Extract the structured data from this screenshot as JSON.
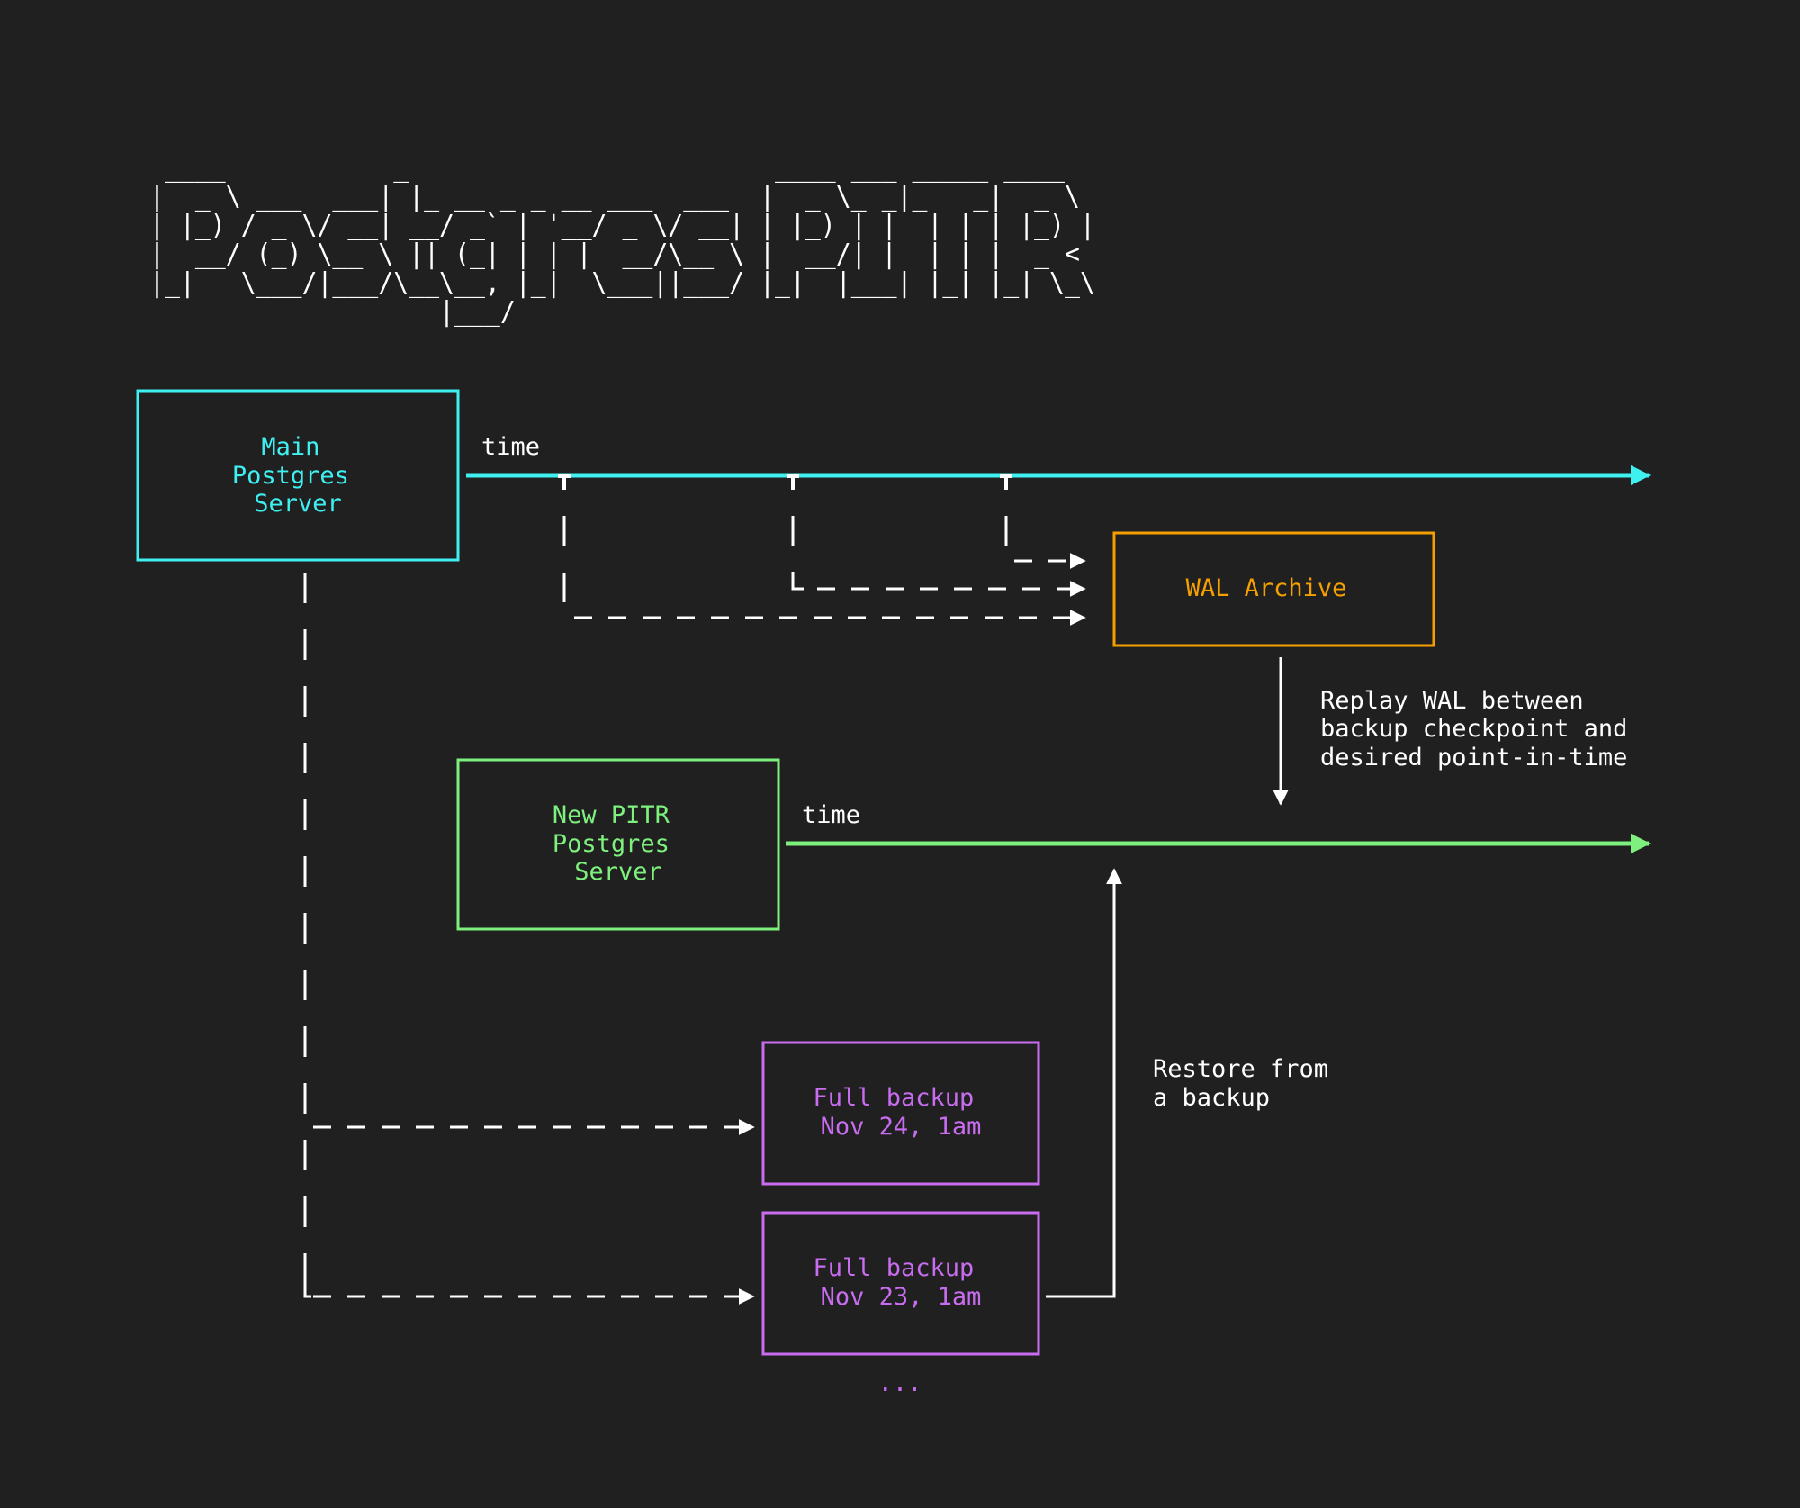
{
  "title": {
    "text": "Postgres PITR",
    "ascii_lines": [
      " ____           _                        ____ ___ _____ ____  ",
      "|  _ \\ ___  ___| |_ __ _ _ __ ___  ___  |  _ \\_ _|_   _|  _ \\ ",
      "| |_) / _ \\/ __| __/ _` | '__/ _ \\/ __| | |_) | |  | | | |_) |",
      "|  __/ (_) \\__ \\ || (_| | | |  __/\\__ \\ |  __/| |  | | |  _ < ",
      "|_|   \\___/|___/\\__\\__, |_|  \\___||___/ |_|  |___| |_| |_| \\_\\",
      "                   |___/                                       "
    ]
  },
  "colors": {
    "background": "#202020",
    "main_server": "#3ff0f0",
    "pitr_server": "#7ef07e",
    "wal_archive": "#f5a000",
    "backup": "#c86cf0",
    "annotation": "#ffffff"
  },
  "nodes": {
    "main_server": {
      "lines": [
        "Main",
        "Postgres",
        "Server"
      ]
    },
    "pitr_server": {
      "lines": [
        "New PITR",
        "Postgres",
        "Server"
      ]
    },
    "wal_archive": {
      "lines": [
        "WAL Archive"
      ]
    },
    "backups": [
      {
        "lines": [
          "Full backup",
          "Nov 24, 1am"
        ]
      },
      {
        "lines": [
          "Full backup",
          "Nov 23, 1am"
        ]
      }
    ],
    "more_backups": "..."
  },
  "timelines": {
    "main_label": "time",
    "pitr_label": "time",
    "main_ticks": 3
  },
  "annotations": {
    "replay": [
      "Replay WAL between",
      "backup checkpoint and",
      "desired point-in-time"
    ],
    "restore": [
      "Restore from",
      "a backup"
    ]
  }
}
